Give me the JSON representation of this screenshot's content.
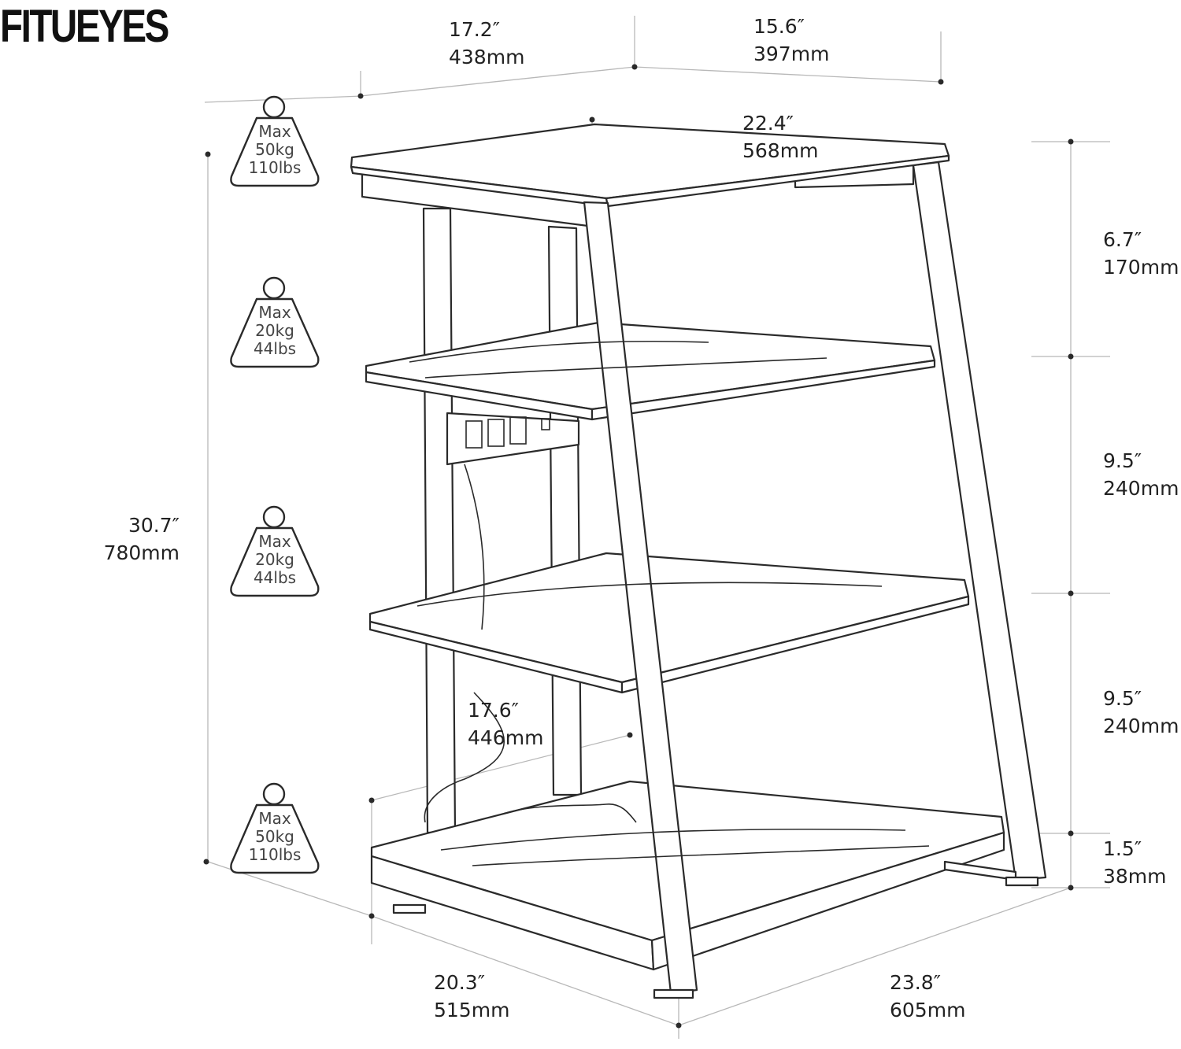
{
  "brand": {
    "part1": "FITU",
    "part2": "EYES"
  },
  "dimensions": {
    "top_depth": {
      "imperial": "17.2″",
      "metric": "438mm"
    },
    "top_width": {
      "imperial": "15.6″",
      "metric": "397mm"
    },
    "top_diagonal": {
      "imperial": "22.4″",
      "metric": "568mm"
    },
    "total_height": {
      "imperial": "30.7″",
      "metric": "780mm"
    },
    "gap_top": {
      "imperial": "6.7″",
      "metric": "170mm"
    },
    "gap_middle_upper": {
      "imperial": "9.5″",
      "metric": "240mm"
    },
    "gap_middle_lower": {
      "imperial": "9.5″",
      "metric": "240mm"
    },
    "foot_height": {
      "imperial": "1.5″",
      "metric": "38mm"
    },
    "inner_width": {
      "imperial": "17.6″",
      "metric": "446mm"
    },
    "base_depth": {
      "imperial": "20.3″",
      "metric": "515mm"
    },
    "base_width": {
      "imperial": "23.8″",
      "metric": "605mm"
    }
  },
  "load_capacity": [
    {
      "line1": "Max",
      "line2": "50kg",
      "line3": "110lbs"
    },
    {
      "line1": "Max",
      "line2": "20kg",
      "line3": "44lbs"
    },
    {
      "line1": "Max",
      "line2": "20kg",
      "line3": "44lbs"
    },
    {
      "line1": "Max",
      "line2": "50kg",
      "line3": "110lbs"
    }
  ],
  "colors": {
    "line": "#2a2a2a",
    "faint": "#b5b5b5",
    "text": "#222222"
  }
}
